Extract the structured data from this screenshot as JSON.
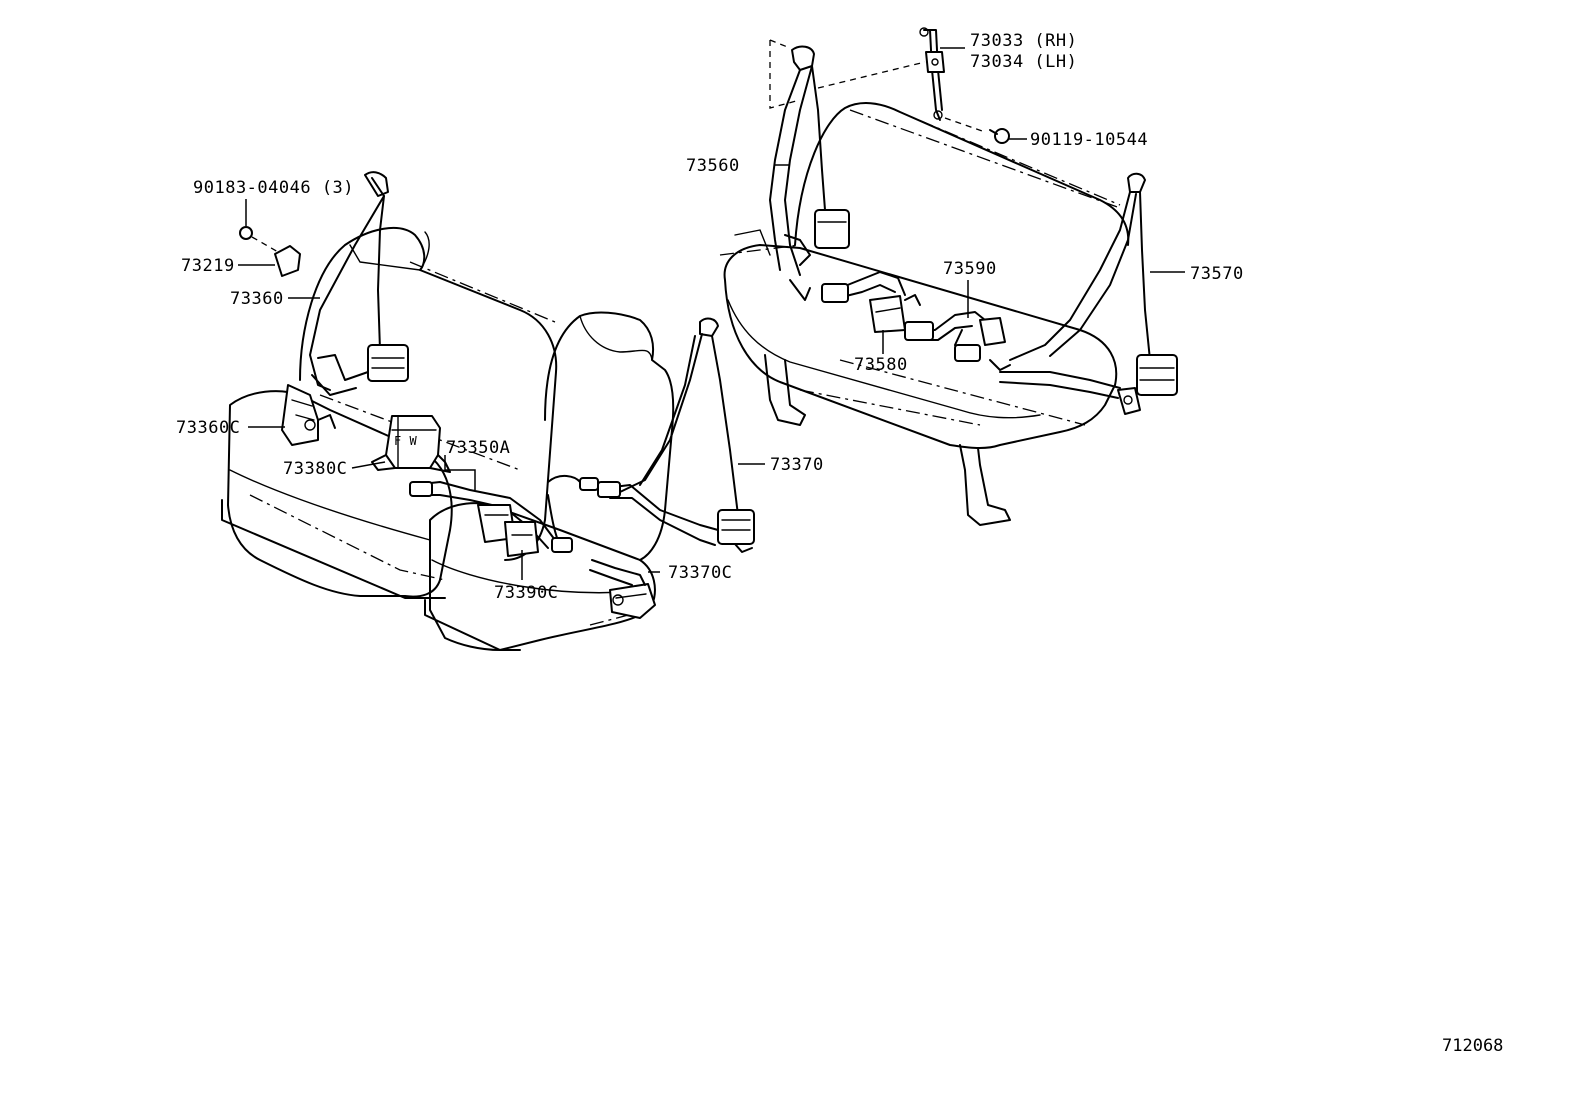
{
  "labels": {
    "p90183": "90183-04046 (3)",
    "p73219": "73219",
    "p73360": "73360",
    "p73360c": "73360C",
    "p73380c": "73380C",
    "p73350a": "73350A",
    "p73390c": "73390C",
    "p73370": "73370",
    "p73370c": "73370C",
    "p73560": "73560",
    "p73033": "73033 (RH)",
    "p73034": "73034 (LH)",
    "p90119": "90119-10544",
    "p73590": "73590",
    "p73580": "73580",
    "p73570": "73570",
    "fw_mark": "F W"
  },
  "diagram_code": "712068"
}
